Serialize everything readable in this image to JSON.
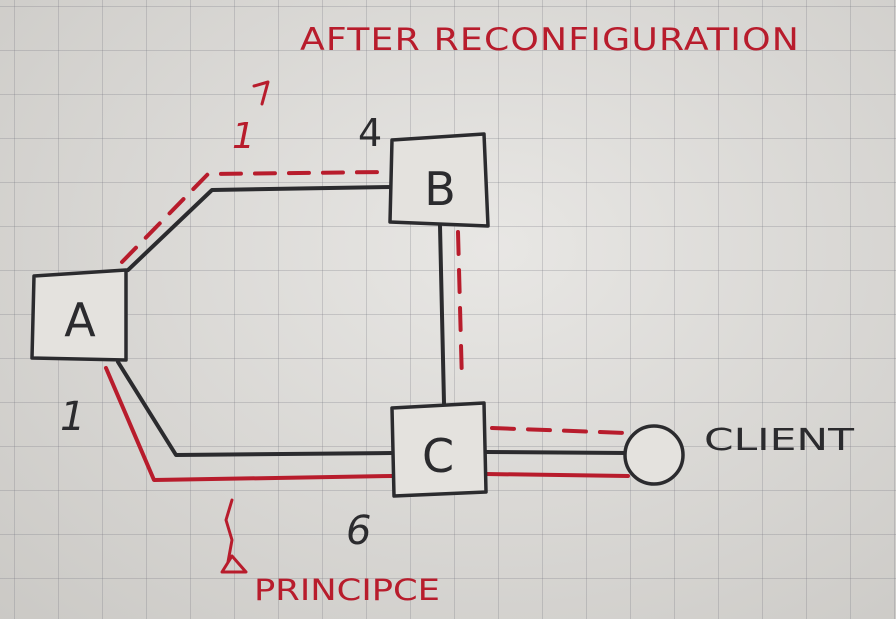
{
  "title": "AFTER RECONFIGURATION",
  "nodes": {
    "a": "A",
    "b": "B",
    "c": "C"
  },
  "client_label": "CLIENT",
  "link_costs": {
    "a_b_backup": "1",
    "b_node": "4",
    "a_node": "1",
    "c_node": "6"
  },
  "principal_label": "PRINCIPCE",
  "colors": {
    "ink_dark": "#2b2b2e",
    "ink_red": "#b81c2c",
    "box_fill": "#e8e6e2"
  }
}
